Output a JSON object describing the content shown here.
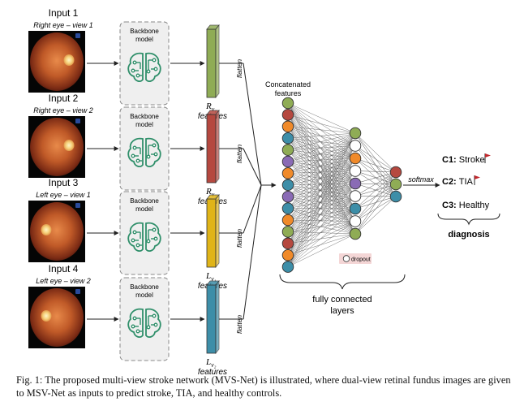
{
  "inputs": [
    {
      "title": "Input 1",
      "view": "Right eye – view 1"
    },
    {
      "title": "Input 2",
      "view": "Right eye – view 2"
    },
    {
      "title": "Input 3",
      "view": "Left eye – view 1"
    },
    {
      "title": "Input 4",
      "view": "Left eye – view 2"
    }
  ],
  "backbone": {
    "line1": "Backbone",
    "line2": "model"
  },
  "features": [
    {
      "main": "R",
      "sub": "v₁",
      "word": "features",
      "color": "#8fac55"
    },
    {
      "main": "R",
      "sub": "v₂",
      "word": "features",
      "color": "#b5483f"
    },
    {
      "main": "L",
      "sub": "v₁",
      "word": "features",
      "color": "#e0b418"
    },
    {
      "main": "L",
      "sub": "v₂",
      "word": "features",
      "color": "#3d8ea8"
    }
  ],
  "flatten_label": "flatten",
  "concat": {
    "line1": "Concatenated",
    "line2": "features"
  },
  "concat_node_colors": [
    "#8fac55",
    "#b5483f",
    "#f08a2a",
    "#3d8ea8",
    "#8fac55",
    "#8a6bb5",
    "#f08a2a",
    "#3d8ea8",
    "#8a6bb5",
    "#3d8ea8",
    "#f08a2a",
    "#8fac55",
    "#b5483f",
    "#f08a2a",
    "#3d8ea8"
  ],
  "hidden_node_colors": [
    "#8fac55",
    "#ffffff",
    "#f08a2a",
    "#ffffff",
    "#8a6bb5",
    "#ffffff",
    "#3d8ea8",
    "#ffffff",
    "#8fac55"
  ],
  "output_node_colors": [
    "#b5483f",
    "#8fac55",
    "#3d8ea8"
  ],
  "dropout_label": "dropout",
  "softmax_label": "softmax",
  "fc_label": {
    "line1": "fully connected",
    "line2": "layers"
  },
  "classes": [
    {
      "code": "C1:",
      "name": "Stroke",
      "flag": true
    },
    {
      "code": "C2:",
      "name": "TIA",
      "flag": true
    },
    {
      "code": "C3:",
      "name": "Healthy",
      "flag": false
    }
  ],
  "diagnosis_label": "diagnosis",
  "caption": "Fig. 1: The proposed multi-view stroke network (MVS-Net) is illustrated, where dual-view retinal fundus images are given to MSV-Net as inputs to predict stroke, TIA, and healthy controls.",
  "colors": {
    "accent_red": "#c0282d",
    "node_stroke": "#333333",
    "edge": "#555555"
  }
}
